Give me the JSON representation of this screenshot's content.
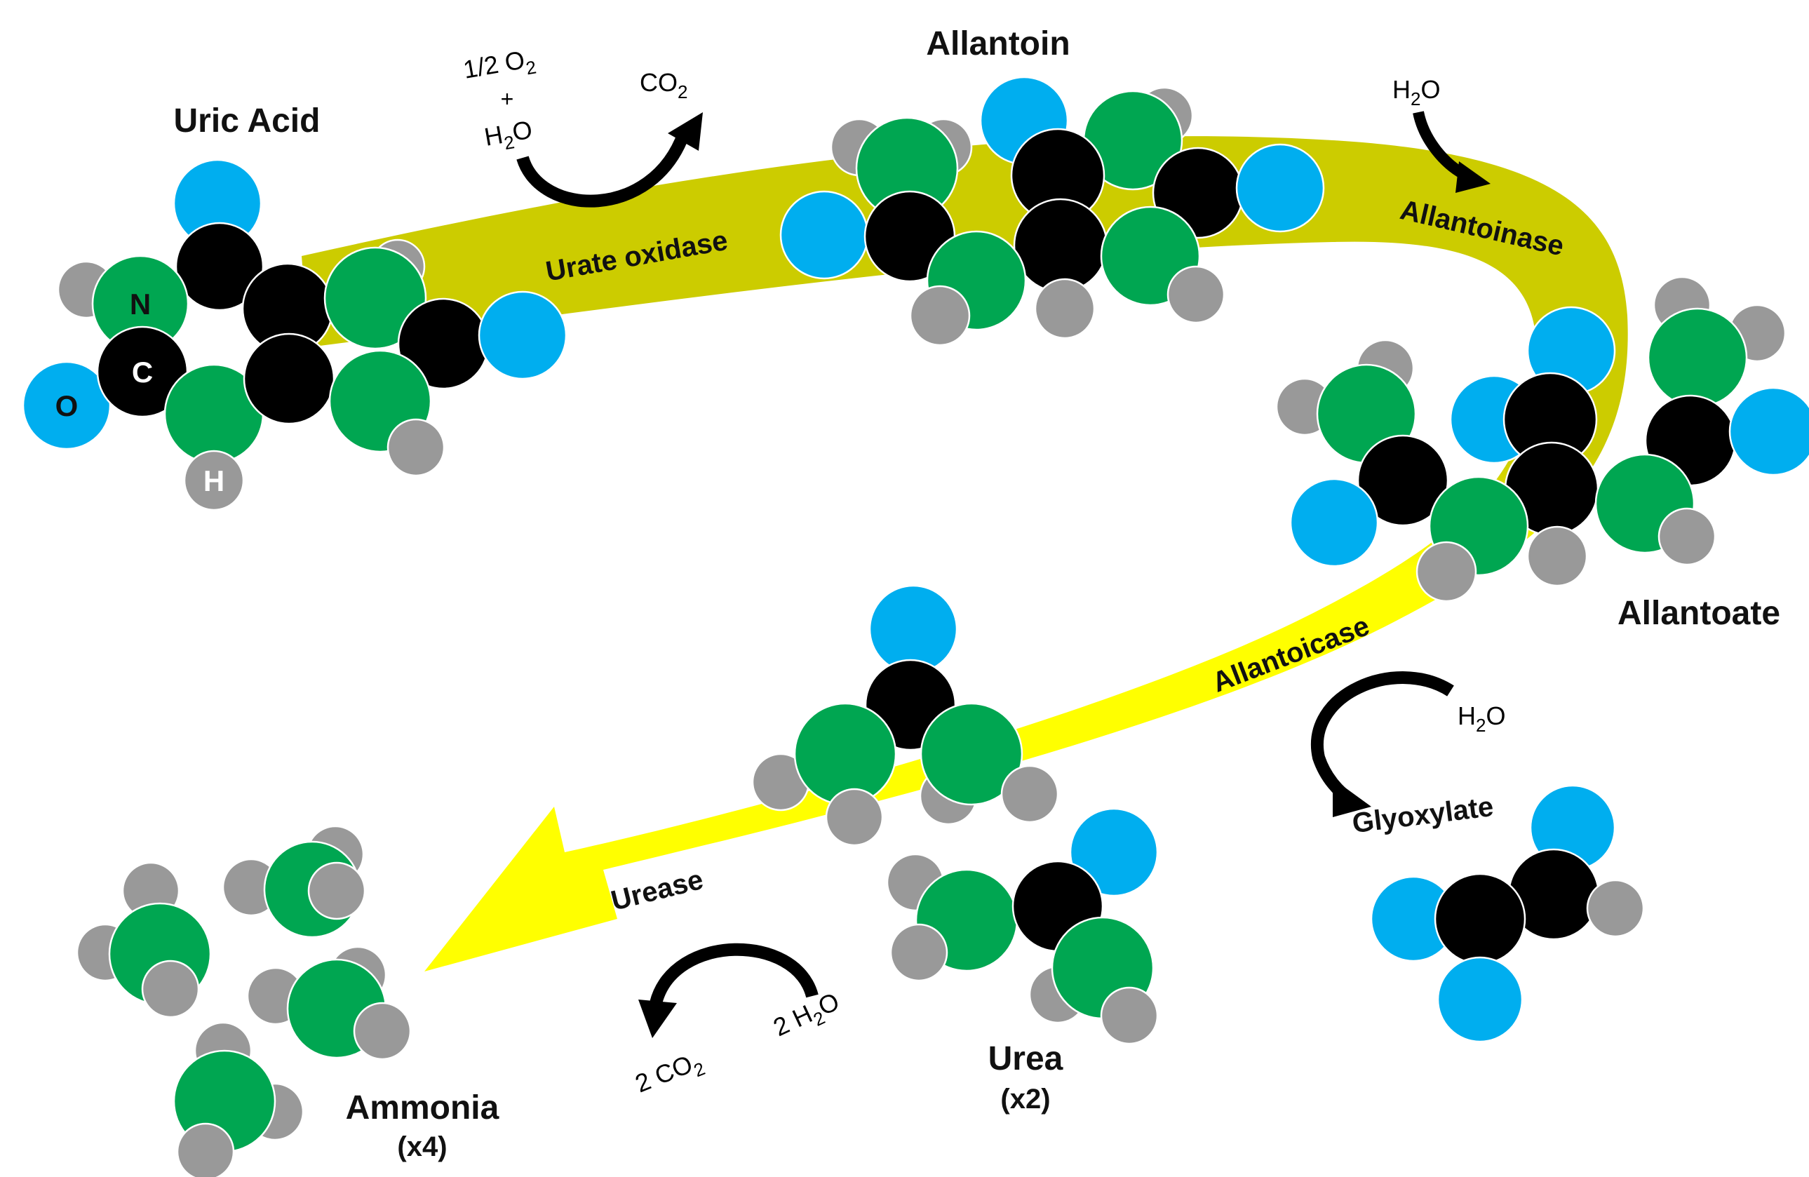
{
  "colors": {
    "oxygen": "#00aeef",
    "nitrogen": "#00a651",
    "carbon": "#000000",
    "hydrogen": "#999999",
    "band_dark": "#cccc00",
    "band_light": "#ffff00"
  },
  "legend": {
    "n": "N",
    "c": "C",
    "o": "O",
    "h": "H"
  },
  "molecules": {
    "uric_acid": "Uric Acid",
    "allantoin": "Allantoin",
    "allantoate": "Allantoate",
    "glyoxylate": "Glyoxylate",
    "urea": "Urea",
    "urea_count": "(x2)",
    "ammonia": "Ammonia",
    "ammonia_count": "(x4)"
  },
  "enzymes": {
    "urate_oxidase": "Urate oxidase",
    "allantoinase": "Allantoinase",
    "allantoicase": "Allantoicase",
    "urease": "Urease"
  },
  "reactants": {
    "o2_pre": "1/2 O",
    "o2_sub": "2",
    "plus": "+",
    "h2o_a_pre": "H",
    "h2o_a_sub": "2",
    "h2o_a_post": "O",
    "co2_pre": "CO",
    "co2_sub": "2",
    "h2o_b_pre": "H",
    "h2o_b_sub": "2",
    "h2o_b_post": "O",
    "h2o_c_pre": "H",
    "h2o_c_sub": "2",
    "h2o_c_post": "O",
    "h2o_d_pre": "2 H",
    "h2o_d_sub": "2",
    "h2o_d_post": "O",
    "co2_d_pre": "2 CO",
    "co2_d_sub": "2"
  }
}
